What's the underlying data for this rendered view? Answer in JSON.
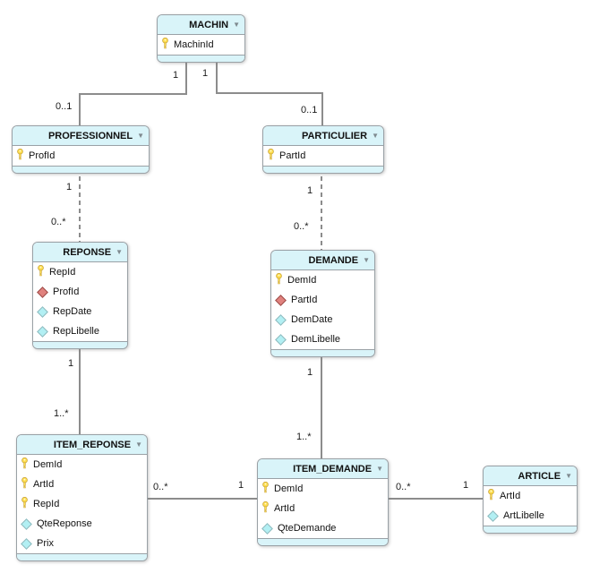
{
  "diagram": {
    "type": "entity-relationship-diagram",
    "tables": [
      {
        "name": "MACHIN",
        "columns": [
          {
            "label": "MachinId",
            "icon": "key-icon",
            "kind": "primary-key"
          }
        ]
      },
      {
        "name": "PROFESSIONNEL",
        "columns": [
          {
            "label": "ProfId",
            "icon": "key-icon",
            "kind": "primary-key"
          }
        ]
      },
      {
        "name": "PARTICULIER",
        "columns": [
          {
            "label": "PartId",
            "icon": "key-icon",
            "kind": "primary-key"
          }
        ]
      },
      {
        "name": "REPONSE",
        "columns": [
          {
            "label": "RepId",
            "icon": "key-icon",
            "kind": "primary-key"
          },
          {
            "label": "ProfId",
            "icon": "foreign-key-diamond-icon",
            "kind": "foreign-key"
          },
          {
            "label": "RepDate",
            "icon": "attribute-diamond-icon",
            "kind": "attribute"
          },
          {
            "label": "RepLibelle",
            "icon": "attribute-diamond-icon",
            "kind": "attribute"
          }
        ]
      },
      {
        "name": "DEMANDE",
        "columns": [
          {
            "label": "DemId",
            "icon": "key-icon",
            "kind": "primary-key"
          },
          {
            "label": "PartId",
            "icon": "foreign-key-diamond-icon",
            "kind": "foreign-key"
          },
          {
            "label": "DemDate",
            "icon": "attribute-diamond-icon",
            "kind": "attribute"
          },
          {
            "label": "DemLibelle",
            "icon": "attribute-diamond-icon",
            "kind": "attribute"
          }
        ]
      },
      {
        "name": "ITEM_REPONSE",
        "columns": [
          {
            "label": "DemId",
            "icon": "key-icon",
            "kind": "primary-key"
          },
          {
            "label": "ArtId",
            "icon": "key-icon",
            "kind": "primary-key"
          },
          {
            "label": "RepId",
            "icon": "key-icon",
            "kind": "primary-key"
          },
          {
            "label": "QteReponse",
            "icon": "attribute-diamond-icon",
            "kind": "attribute"
          },
          {
            "label": "Prix",
            "icon": "attribute-diamond-icon",
            "kind": "attribute"
          }
        ]
      },
      {
        "name": "ITEM_DEMANDE",
        "columns": [
          {
            "label": "DemId",
            "icon": "key-icon",
            "kind": "primary-key"
          },
          {
            "label": "ArtId",
            "icon": "key-icon",
            "kind": "primary-key"
          },
          {
            "label": "QteDemande",
            "icon": "attribute-diamond-icon",
            "kind": "attribute"
          }
        ]
      },
      {
        "name": "ARTICLE",
        "columns": [
          {
            "label": "ArtId",
            "icon": "key-icon",
            "kind": "primary-key"
          },
          {
            "label": "ArtLibelle",
            "icon": "attribute-diamond-icon",
            "kind": "attribute"
          }
        ]
      }
    ],
    "relationships": [
      {
        "from": "MACHIN",
        "to": "PROFESSIONNEL",
        "from_card": "1",
        "to_card": "0..1",
        "line": "solid"
      },
      {
        "from": "MACHIN",
        "to": "PARTICULIER",
        "from_card": "1",
        "to_card": "0..1",
        "line": "solid"
      },
      {
        "from": "PROFESSIONNEL",
        "to": "REPONSE",
        "from_card": "1",
        "to_card": "0..*",
        "line": "dashed"
      },
      {
        "from": "PARTICULIER",
        "to": "DEMANDE",
        "from_card": "1",
        "to_card": "0..*",
        "line": "dashed"
      },
      {
        "from": "REPONSE",
        "to": "ITEM_REPONSE",
        "from_card": "1",
        "to_card": "1..*",
        "line": "solid"
      },
      {
        "from": "DEMANDE",
        "to": "ITEM_DEMANDE",
        "from_card": "1",
        "to_card": "1..*",
        "line": "solid"
      },
      {
        "from": "ITEM_DEMANDE",
        "to": "ITEM_REPONSE",
        "from_card": "1",
        "to_card": "0..*",
        "line": "solid"
      },
      {
        "from": "ARTICLE",
        "to": "ITEM_DEMANDE",
        "from_card": "1",
        "to_card": "0..*",
        "line": "solid"
      }
    ],
    "colors": {
      "table_header_fill": "#d9f4f9",
      "table_border": "#9aa1a6",
      "connector_line": "#8c8c8c",
      "primary_key_icon": "#ffdf4f",
      "foreign_key_icon": "#e0827e",
      "attribute_icon": "#b2eff3",
      "collapse_arrow": "#7f8a8f"
    }
  }
}
